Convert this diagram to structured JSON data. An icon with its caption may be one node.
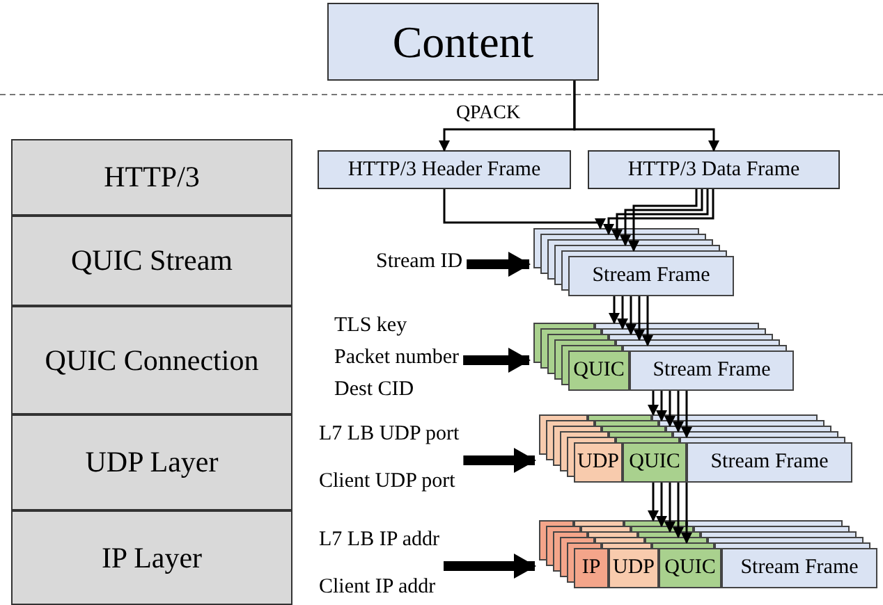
{
  "diagram": {
    "nodes": [
      {
        "text": [
          "Content"
        ]
      },
      {
        "text": [
          "HTTP/3 Header Frame"
        ]
      },
      {
        "text": [
          "HTTP/3 Data Frame"
        ]
      },
      {
        "text": [
          "Stream Frame"
        ]
      },
      {
        "text": [
          "QUIC",
          "Stream Frame"
        ]
      },
      {
        "text": [
          "UDP",
          "QUIC",
          "Stream Frame"
        ]
      },
      {
        "text": [
          "IP",
          "UDP",
          "QUIC",
          "Stream Frame"
        ]
      },
      {
        "text": [
          "HTTP/3"
        ]
      },
      {
        "text": [
          "QUIC Stream"
        ]
      },
      {
        "text": [
          "QUIC Connection"
        ]
      },
      {
        "text": [
          "UDP Layer"
        ]
      },
      {
        "text": [
          "IP Layer"
        ]
      },
      {
        "text": [
          "Stream ID"
        ]
      },
      {
        "text": [
          "TLS key",
          "Packet number",
          "Dest CID"
        ]
      },
      {
        "text": [
          "L7 LB UDP port",
          "Client UDP port"
        ]
      },
      {
        "text": [
          "L7 LB IP addr",
          "Client IP addr"
        ]
      }
    ],
    "edges": [
      {
        "from": 0,
        "to": 1,
        "arrow": "to",
        "label": "QPACK"
      },
      {
        "from": 0,
        "to": 2,
        "arrow": "to"
      },
      {
        "from": 1,
        "to": 3,
        "arrow": "to"
      },
      {
        "from": 2,
        "to": 3,
        "arrow": "to"
      },
      {
        "from": 2,
        "to": 3,
        "arrow": "to"
      },
      {
        "from": 2,
        "to": 3,
        "arrow": "to"
      },
      {
        "from": 2,
        "to": 3,
        "arrow": "to"
      },
      {
        "from": 3,
        "to": 4,
        "arrow": "to"
      },
      {
        "from": 3,
        "to": 4,
        "arrow": "to"
      },
      {
        "from": 3,
        "to": 4,
        "arrow": "to"
      },
      {
        "from": 3,
        "to": 4,
        "arrow": "to"
      },
      {
        "from": 3,
        "to": 4,
        "arrow": "to"
      },
      {
        "from": 4,
        "to": 5,
        "arrow": "to"
      },
      {
        "from": 4,
        "to": 5,
        "arrow": "to"
      },
      {
        "from": 4,
        "to": 5,
        "arrow": "to"
      },
      {
        "from": 4,
        "to": 5,
        "arrow": "to"
      },
      {
        "from": 4,
        "to": 5,
        "arrow": "to"
      },
      {
        "from": 5,
        "to": 6,
        "arrow": "to"
      },
      {
        "from": 5,
        "to": 6,
        "arrow": "to"
      },
      {
        "from": 5,
        "to": 6,
        "arrow": "to"
      },
      {
        "from": 5,
        "to": 6,
        "arrow": "to"
      },
      {
        "from": 5,
        "to": 6,
        "arrow": "to"
      },
      {
        "from": 12,
        "to": 3,
        "arrow": "to",
        "style": "thick"
      },
      {
        "from": 13,
        "to": 4,
        "arrow": "to",
        "style": "thick"
      },
      {
        "from": 14,
        "to": 5,
        "arrow": "to",
        "style": "thick"
      },
      {
        "from": 15,
        "to": 6,
        "arrow": "to",
        "style": "thick"
      }
    ]
  }
}
